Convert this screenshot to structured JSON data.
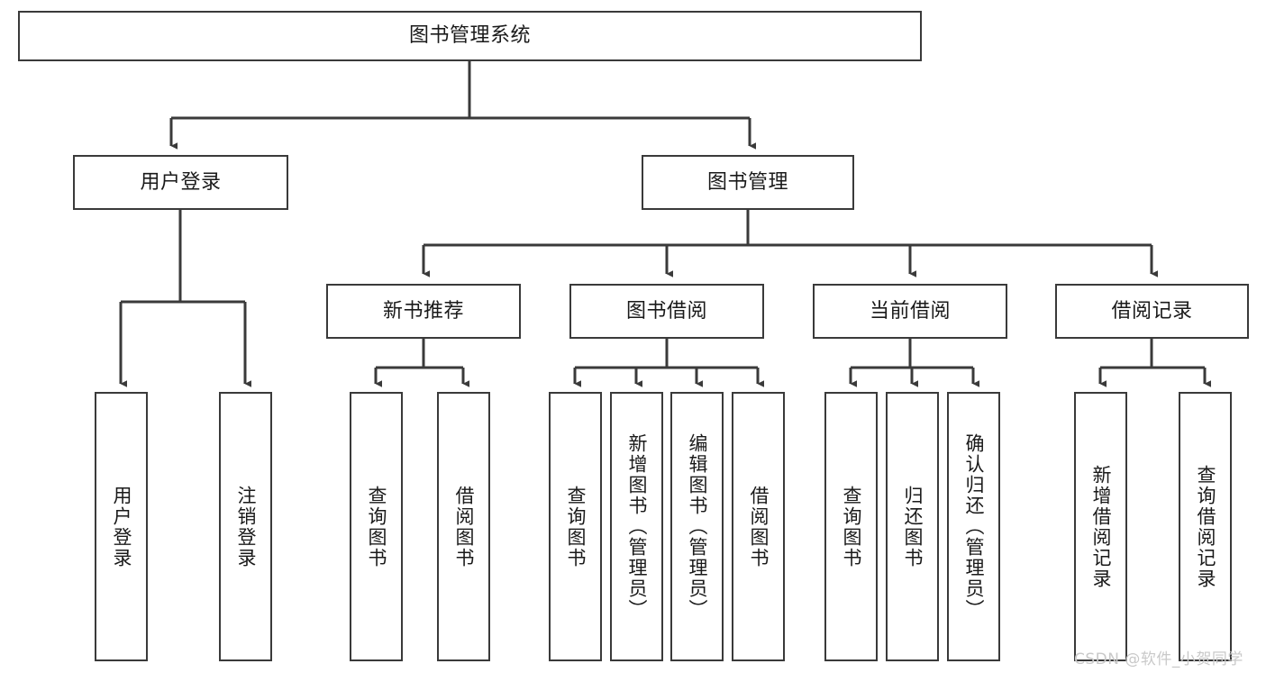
{
  "diagram": {
    "type": "hierarchy-tree",
    "title_node": {
      "id": "root",
      "label": "图书管理系统"
    },
    "level2": [
      {
        "id": "user-login",
        "label": "用户登录"
      },
      {
        "id": "book-management",
        "label": "图书管理"
      }
    ],
    "level3": [
      {
        "id": "new-book-recommend",
        "label": "新书推荐",
        "parent": "book-management"
      },
      {
        "id": "book-borrow",
        "label": "图书借阅",
        "parent": "book-management"
      },
      {
        "id": "current-borrow",
        "label": "当前借阅",
        "parent": "book-management"
      },
      {
        "id": "borrow-record",
        "label": "借阅记录",
        "parent": "book-management"
      }
    ],
    "leaves": [
      {
        "id": "leaf-user-login",
        "label": "用户登录",
        "parent": "user-login"
      },
      {
        "id": "leaf-logout-login",
        "label": "注销登录",
        "parent": "user-login"
      },
      {
        "id": "leaf-query-book-1",
        "label": "查询图书",
        "parent": "new-book-recommend"
      },
      {
        "id": "leaf-borrow-book-1",
        "label": "借阅图书",
        "parent": "new-book-recommend"
      },
      {
        "id": "leaf-query-book-2",
        "label": "查询图书",
        "parent": "book-borrow"
      },
      {
        "id": "leaf-add-book",
        "label": "新增图书（管理员）",
        "parent": "book-borrow"
      },
      {
        "id": "leaf-edit-book",
        "label": "编辑图书（管理员）",
        "parent": "book-borrow"
      },
      {
        "id": "leaf-borrow-book-2",
        "label": "借阅图书",
        "parent": "book-borrow"
      },
      {
        "id": "leaf-query-book-3",
        "label": "查询图书",
        "parent": "current-borrow"
      },
      {
        "id": "leaf-return-book",
        "label": "归还图书",
        "parent": "current-borrow"
      },
      {
        "id": "leaf-confirm-return",
        "label": "确认归还（管理员）",
        "parent": "current-borrow"
      },
      {
        "id": "leaf-add-record",
        "label": "新增借阅记录",
        "parent": "borrow-record"
      },
      {
        "id": "leaf-query-record",
        "label": "查询借阅记录",
        "parent": "borrow-record"
      }
    ],
    "colors": {
      "stroke": "#3a3a3a",
      "fill": "#ffffff",
      "text": "#1a1a1a",
      "watermark": "#c9c9c9"
    }
  },
  "watermark": {
    "text": "CSDN @软件_小贺同学"
  }
}
